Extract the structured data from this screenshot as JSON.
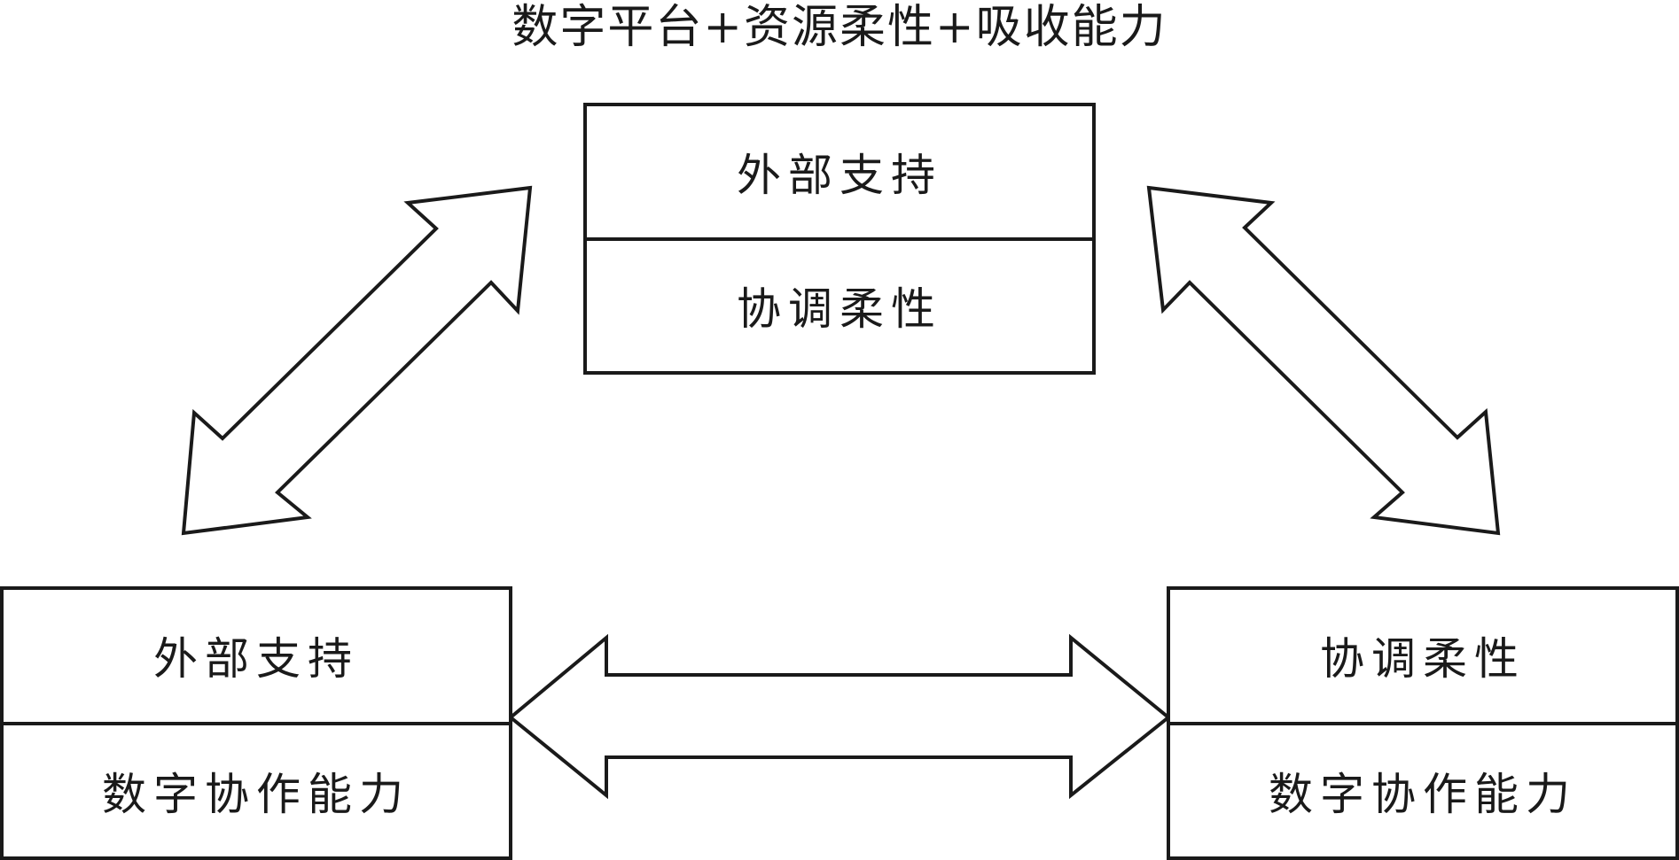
{
  "diagram": {
    "title": "数字平台+资源柔性+吸收能力",
    "boxes": {
      "top": {
        "upper": "外部支持",
        "lower": "协调柔性"
      },
      "left": {
        "upper": "外部支持",
        "lower": "数字协作能力"
      },
      "right": {
        "upper": "协调柔性",
        "lower": "数字协作能力"
      }
    }
  }
}
